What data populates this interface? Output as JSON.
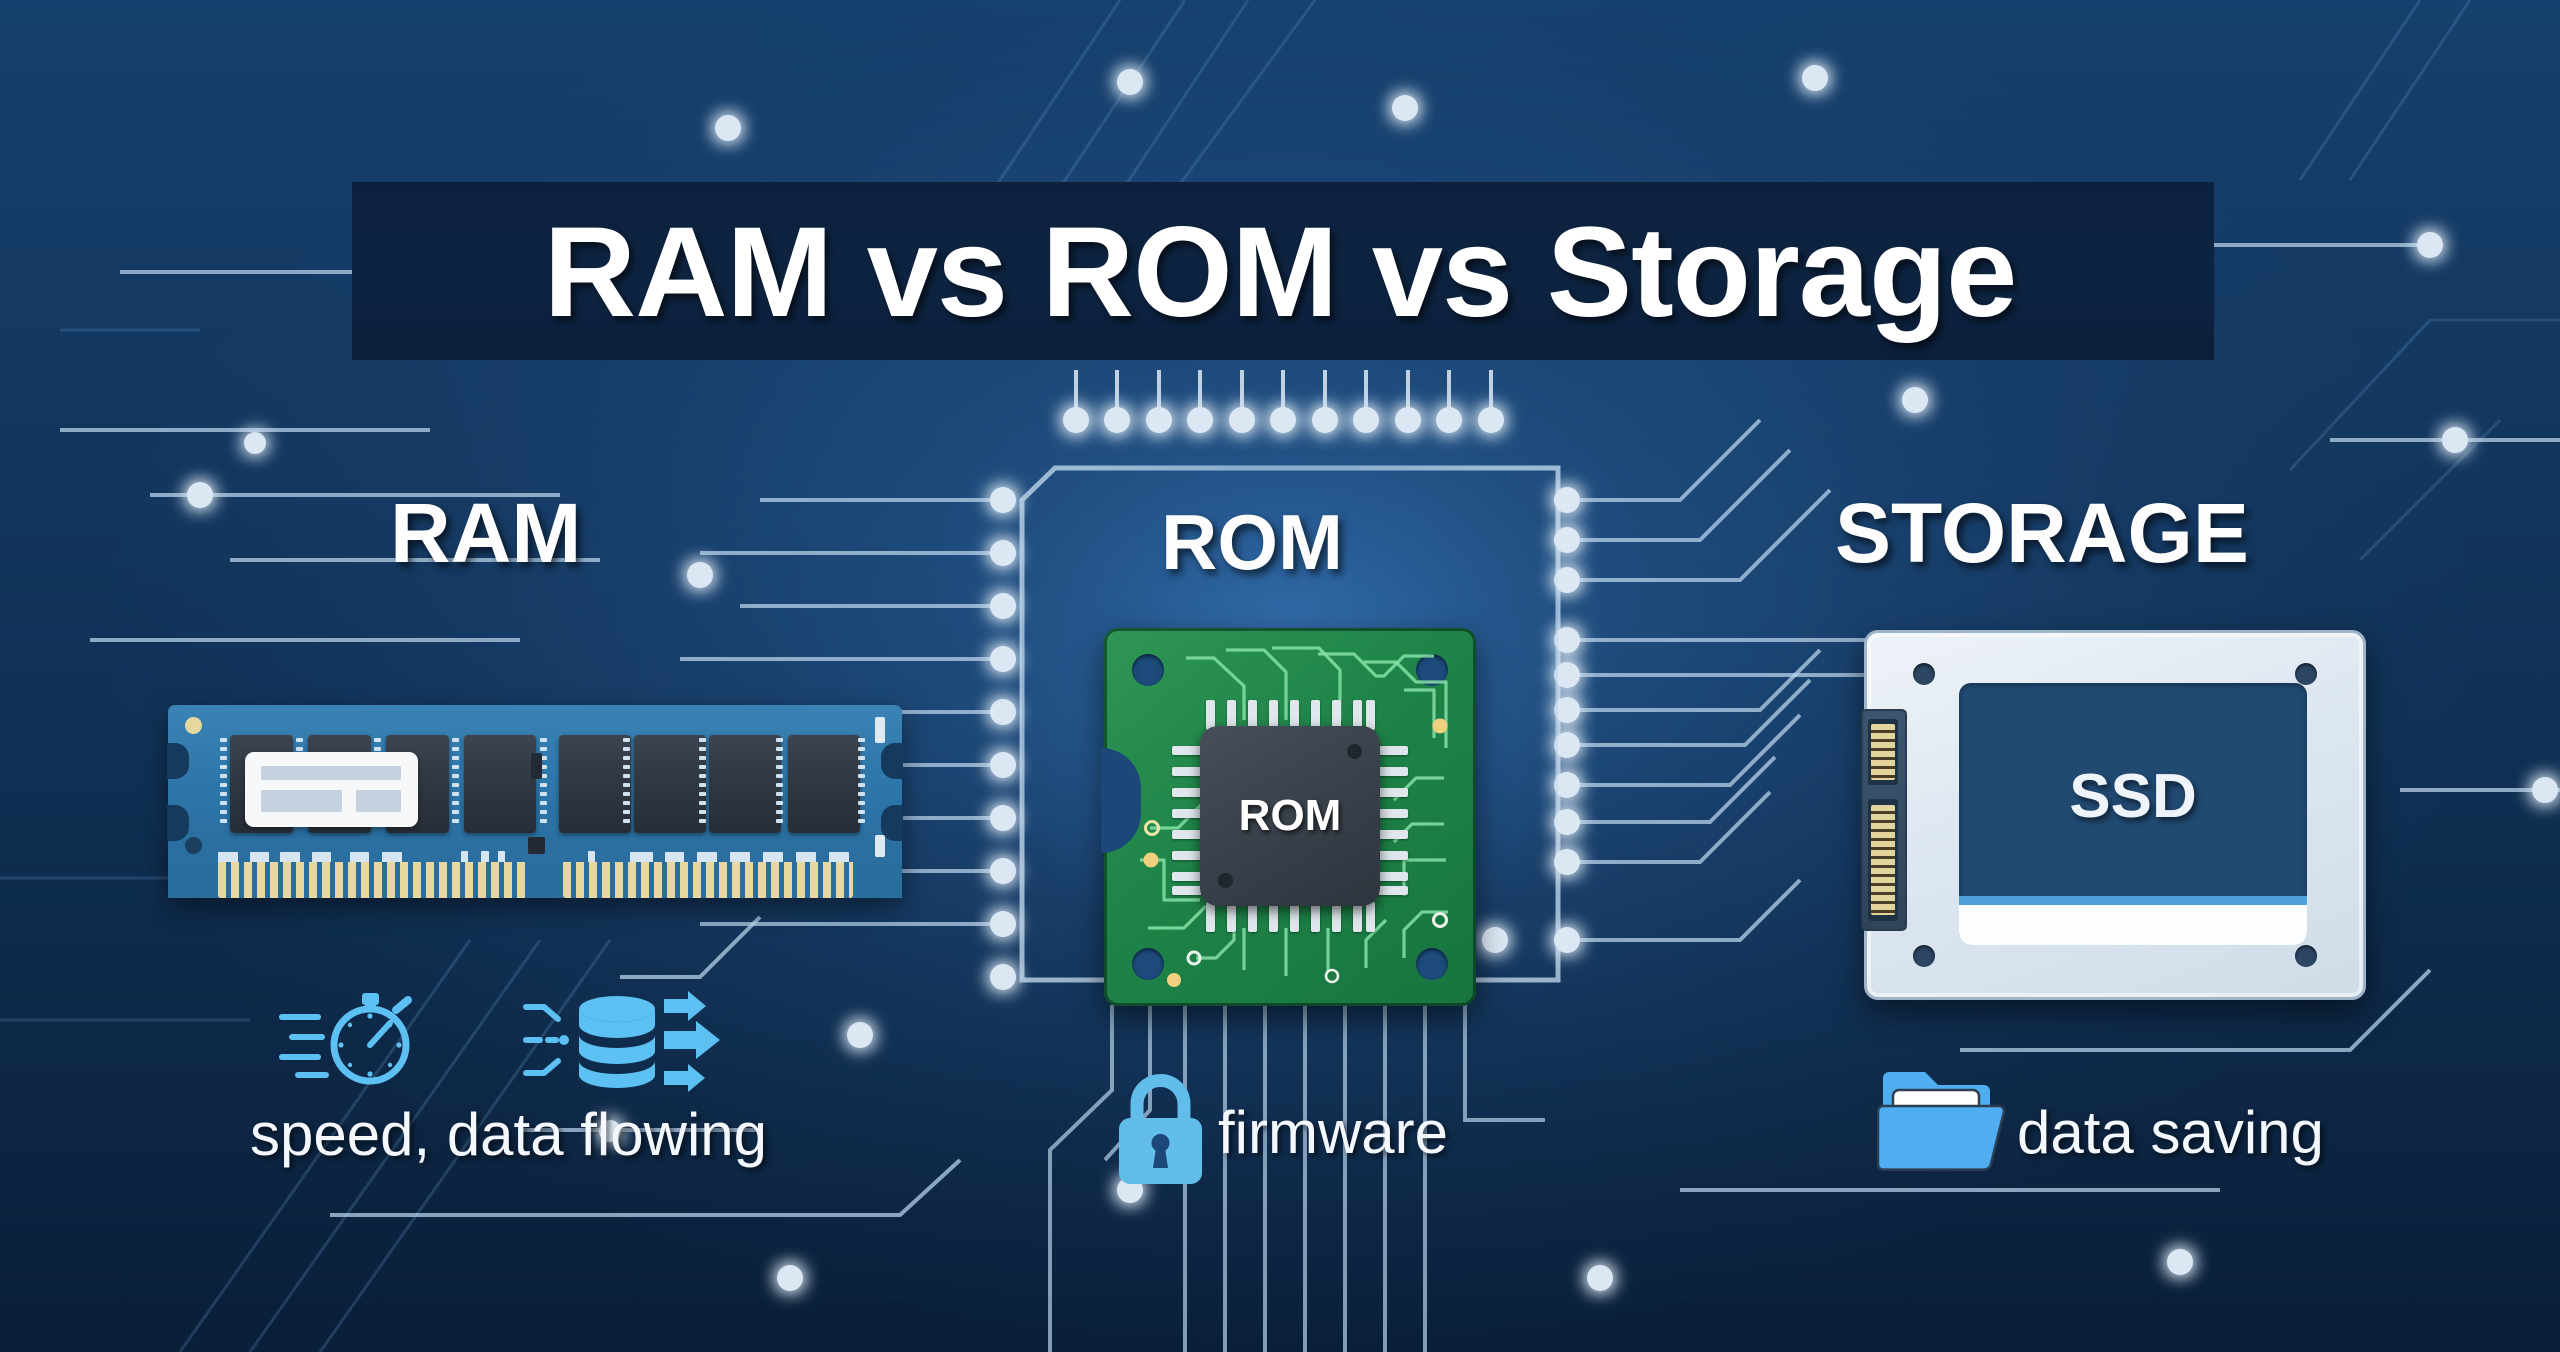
{
  "page": {
    "title": "RAM vs ROM vs Storage",
    "background_color": "#14375e",
    "accent_color": "#5cc0f2",
    "text_color": "#ffffff"
  },
  "columns": [
    {
      "id": "ram",
      "heading": "RAM",
      "device_label": "",
      "caption": "speed, data flowing",
      "icons": [
        "stopwatch-icon",
        "data-flow-icon"
      ],
      "accent": "#5cc0f2"
    },
    {
      "id": "rom",
      "heading": "ROM",
      "device_label": "ROM",
      "caption": "firmware",
      "icons": [
        "padlock-icon"
      ],
      "accent": "#5cc0f2"
    },
    {
      "id": "storage",
      "heading": "STORAGE",
      "device_label": "SSD",
      "caption": "data saving",
      "icons": [
        "open-folder-icon"
      ],
      "accent": "#4eaef0"
    }
  ],
  "devices": {
    "ram_module": {
      "pcb_color": "#2a6e9e",
      "chip_color": "#2e3640",
      "contact_color": "#e8d7a0"
    },
    "rom_board": {
      "pcb_color": "#1f8549",
      "chip_color": "#3a424c",
      "chip_text": "ROM"
    },
    "ssd_drive": {
      "case_color": "#e3ecf4",
      "label_color": "#214a73",
      "label_text": "SSD"
    }
  }
}
